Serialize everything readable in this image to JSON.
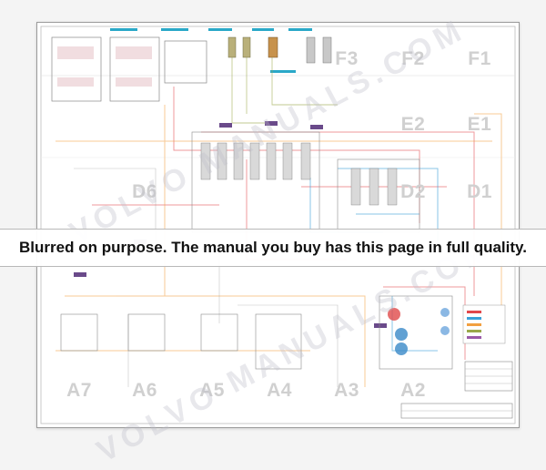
{
  "banner": {
    "notice": "Blurred on purpose. The manual you buy has this page in full quality."
  },
  "zones": {
    "row_f": [
      "F3",
      "F2",
      "F1"
    ],
    "row_e": [
      "E2",
      "E1"
    ],
    "row_d": [
      "D6",
      "D2",
      "D1"
    ],
    "row_a": [
      "A7",
      "A6",
      "A5",
      "A4",
      "A3",
      "A2"
    ]
  },
  "watermark": {
    "brand": "VOLVO MANUALS.COM"
  },
  "colors": {
    "line_red": "#e2474b",
    "line_blue": "#3aa0d8",
    "line_orange": "#f2a040",
    "line_olive": "#9aa84a",
    "line_purple": "#9a5aa8",
    "line_grey": "#8a8a8a",
    "label_cyan": "#2aa8c8"
  }
}
